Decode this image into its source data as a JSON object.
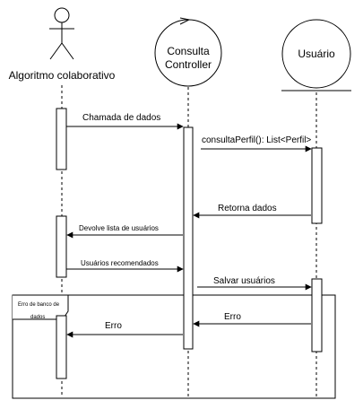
{
  "participants": {
    "actor": "Algoritmo colaborativo",
    "controller_line1": "Consulta",
    "controller_line2": "Controller",
    "entity": "Usuário"
  },
  "messages": {
    "m1": "Chamada de dados",
    "m2": "consultaPerfil(): List<Perfil>",
    "m3": "Retorna dados",
    "m4": "Devolve lista de usuários",
    "m5": "Usuários recomendados",
    "m6": "Salvar usuários",
    "m7": "Erro",
    "m8": "Erro"
  },
  "fragment": {
    "label_line1": "Erro de banco de",
    "label_line2": "dados"
  }
}
